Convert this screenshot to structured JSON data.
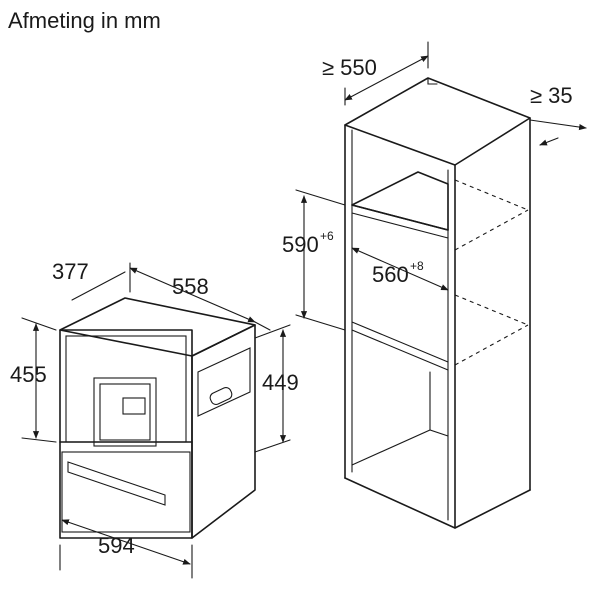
{
  "title": "Afmeting in mm",
  "appliance": {
    "depth": "377",
    "width_top": "558",
    "height_front": "455",
    "height_side": "449",
    "width_front": "594"
  },
  "cabinet": {
    "depth_min": "≥ 550",
    "gap_min": "≥ 35",
    "niche_height": "590",
    "niche_height_tol": "+6",
    "niche_width": "560",
    "niche_width_tol": "+8"
  },
  "colors": {
    "ink": "#1a1a1a",
    "background": "#ffffff"
  }
}
